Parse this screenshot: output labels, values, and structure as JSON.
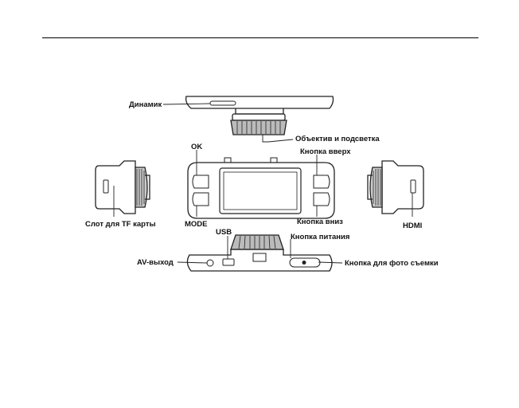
{
  "labels": {
    "speaker": "Динамик",
    "lens": "Объектив и подсветка",
    "ok": "OK",
    "up_button": "Кнопка вверх",
    "tf_slot": "Слот для TF карты",
    "mode": "MODE",
    "down_button": "Кнопка вниз",
    "hdmi": "HDMI",
    "usb": "USB",
    "power_button": "Кнопка питания",
    "av_out": "AV-выход",
    "photo_button": "Кнопка для фото съемки"
  }
}
